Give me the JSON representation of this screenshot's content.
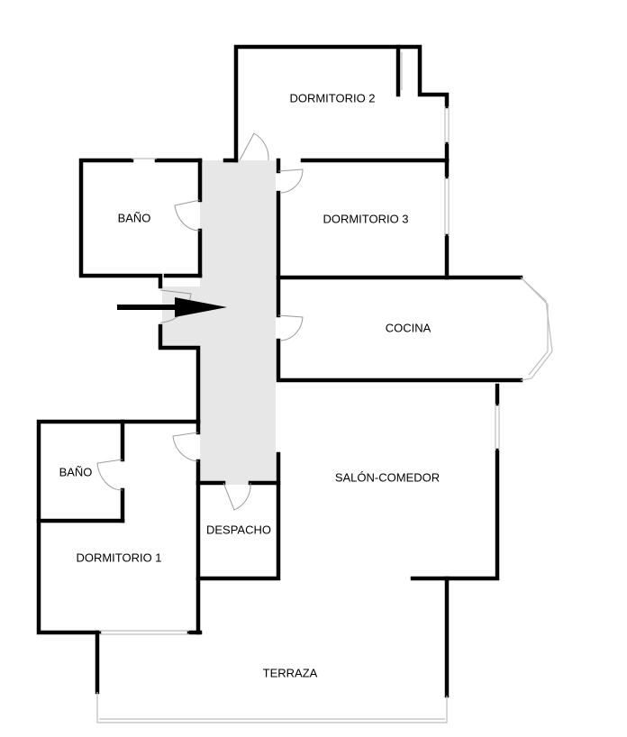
{
  "plan": {
    "rooms": [
      {
        "id": "dormitorio-2",
        "label": "DORMITORIO 2"
      },
      {
        "id": "dormitorio-3",
        "label": "DORMITORIO 3"
      },
      {
        "id": "bano-1",
        "label": "BAÑO"
      },
      {
        "id": "cocina",
        "label": "COCINA"
      },
      {
        "id": "bano-2",
        "label": "BAÑO"
      },
      {
        "id": "salon-comedor",
        "label": "SALÓN-COMEDOR"
      },
      {
        "id": "despacho",
        "label": "DESPACHO"
      },
      {
        "id": "dormitorio-1",
        "label": "DORMITORIO 1"
      },
      {
        "id": "terraza",
        "label": "TERRAZA"
      }
    ],
    "entrance": "entrance-arrow-icon"
  }
}
